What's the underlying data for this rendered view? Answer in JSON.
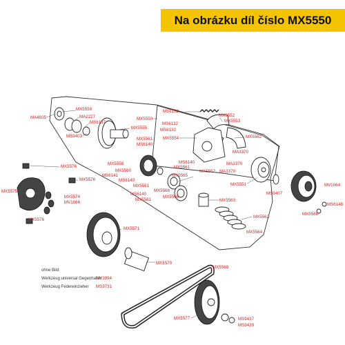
{
  "header": {
    "title": "Na obrázku díl číslo MX5550"
  },
  "parts": {
    "MA4835": "MA4835",
    "MX5559": "MX5559",
    "MA2227": "MA2227",
    "MS6137": "MS6137",
    "MS9403": "MS9403",
    "MX5555": "MX5555",
    "MX5550": "MX5550",
    "MX5561a": "MX5561",
    "MS6140a": "MS6140",
    "MS6132a": "MS6132",
    "MS6132b": "MS6132",
    "MS6132c": "MS6132",
    "MX5554": "MX5554",
    "MX5552a": "MX5552",
    "MX5553": "MX5553",
    "MX5562a": "MX5562",
    "MA3370a": "MA3370",
    "MA3370b": "MA3370",
    "MA3370c": "MA3370",
    "MX5551": "MX5551",
    "MS9407": "MS9407",
    "MV1064": "MV1064",
    "MX5552b": "MX5552",
    "MS6140b": "MS6140",
    "MX5561b": "MX5561",
    "MX5558": "MX5558",
    "MX5560": "MX5560",
    "MX5565": "MX5565",
    "MS6141": "MS6141",
    "MS6140c": "MS6140",
    "MX5561c": "MX5561",
    "MX5566a": "MX5566",
    "MX5566b": "MX5566",
    "MS6140d": "MS6140",
    "MX5561d": "MX5561",
    "MX5563": "MX5563",
    "MX5562b": "MX5562",
    "MX5564": "MX5564",
    "MX5568": "MX5568",
    "MS6148": "MS6148",
    "MX5576a": "MX5576",
    "MX5576b": "MX5576",
    "MX5575": "MX5575",
    "MX5574": "MX5574",
    "MV1066": "MV1066",
    "MX5576c": "MX5576",
    "MX5571": "MX5571",
    "MX5570": "MX5570",
    "MX5569": "MX5569",
    "MX5577": "MX5577",
    "MS9437": "MS9437",
    "MS9439": "MS9439"
  },
  "legend": {
    "title": "ohne Bild:",
    "rows": [
      {
        "text": "Werkzeug universal Gegenhalter",
        "code": "MV3994"
      },
      {
        "text": "Werkzeug Federeinzieher",
        "code": "MS3731"
      }
    ]
  },
  "colors": {
    "banner": "#f5c400",
    "label": "#d81e1e"
  }
}
